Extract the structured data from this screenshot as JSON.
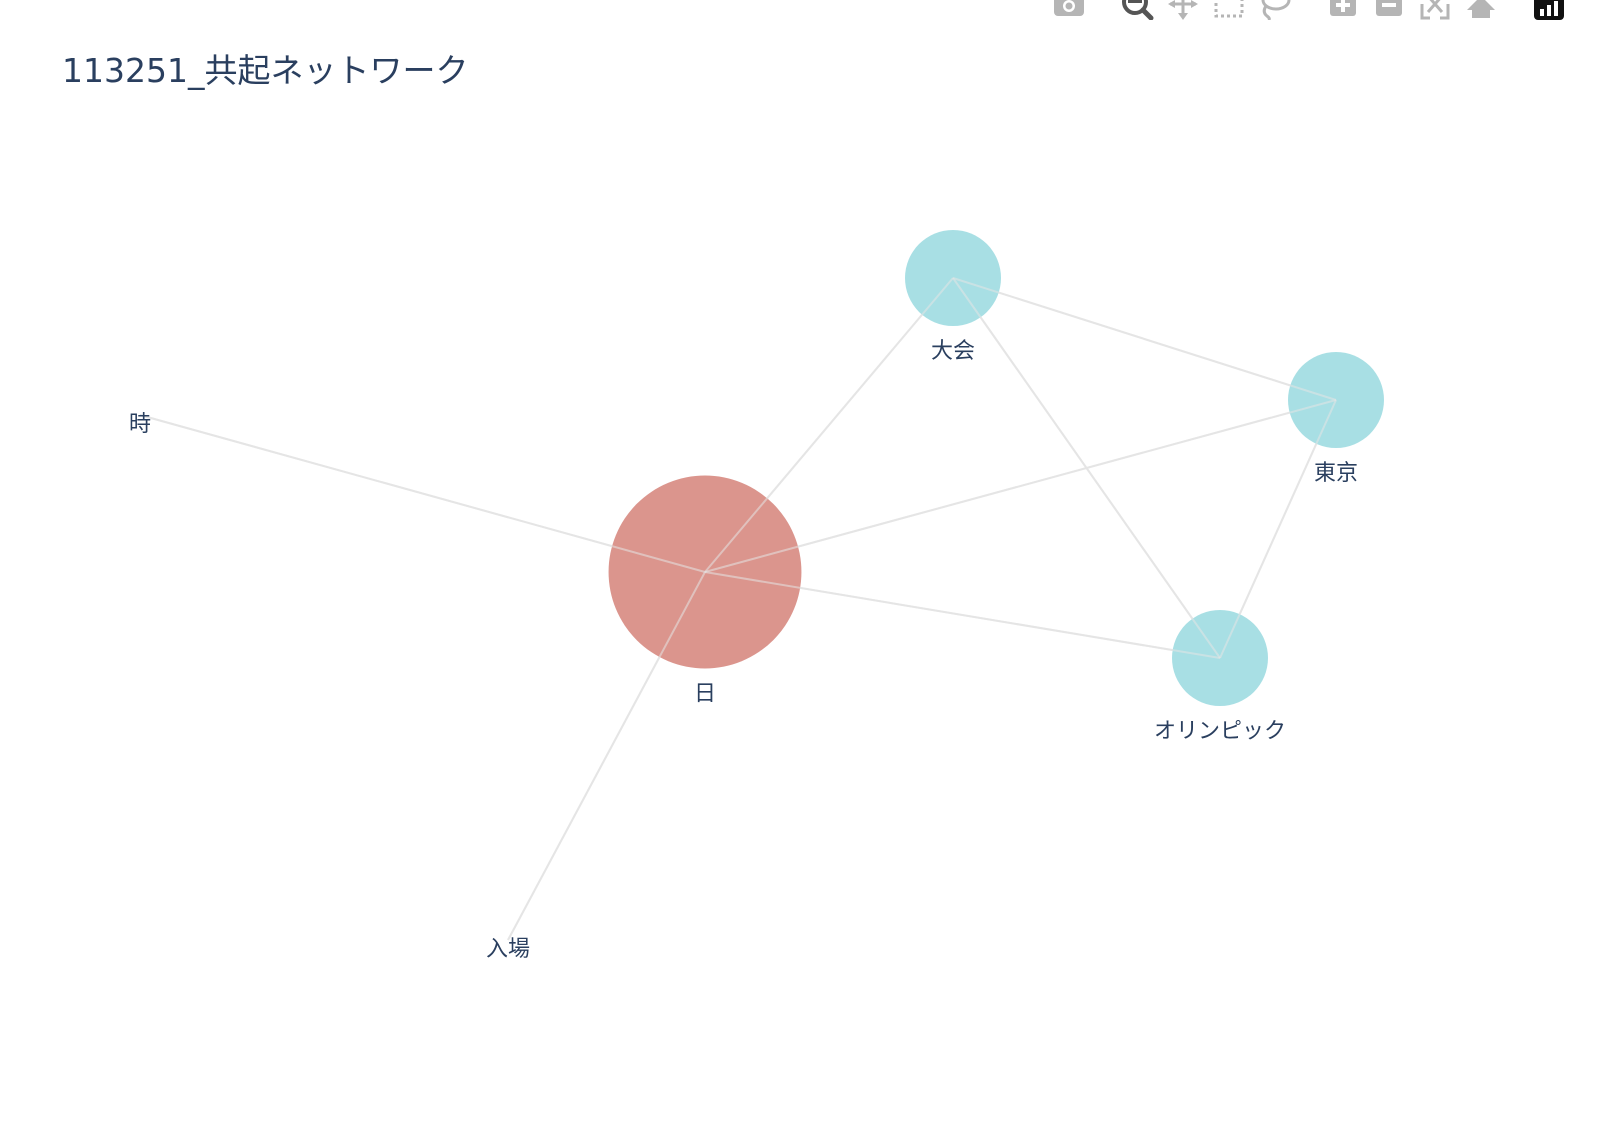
{
  "title": "113251_共起ネットワーク",
  "modebar": {
    "buttons": [
      {
        "name": "camera-icon",
        "group": 0
      },
      {
        "name": "zoom-icon",
        "group": 1
      },
      {
        "name": "pan-icon",
        "group": 1
      },
      {
        "name": "box-select-icon",
        "group": 1
      },
      {
        "name": "lasso-select-icon",
        "group": 1
      },
      {
        "name": "zoom-in-icon",
        "group": 2
      },
      {
        "name": "zoom-out-icon",
        "group": 2
      },
      {
        "name": "autoscale-icon",
        "group": 2
      },
      {
        "name": "reset-axes-icon",
        "group": 2
      },
      {
        "name": "plotly-logo-icon",
        "group": 3
      }
    ],
    "icon_color": "#b5b5b5",
    "logo_color": "#111111"
  },
  "graph": {
    "nodes": [
      {
        "id": "day",
        "label": "日",
        "weight": 3,
        "color": "#d98f87",
        "shown": true
      },
      {
        "id": "taikai",
        "label": "大会",
        "weight": 1,
        "color": "#a3dde3",
        "shown": true
      },
      {
        "id": "tokyo",
        "label": "東京",
        "weight": 1,
        "color": "#a3dde3",
        "shown": true
      },
      {
        "id": "olympic",
        "label": "オリンピック",
        "weight": 1,
        "color": "#a3dde3",
        "shown": true
      },
      {
        "id": "ji",
        "label": "時",
        "weight": 0,
        "color": "#a3dde3",
        "shown": false
      },
      {
        "id": "nyujo",
        "label": "入場",
        "weight": 0,
        "color": "#a3dde3",
        "shown": false
      }
    ],
    "edges": [
      [
        "day",
        "ji"
      ],
      [
        "day",
        "nyujo"
      ],
      [
        "day",
        "taikai"
      ],
      [
        "day",
        "tokyo"
      ],
      [
        "day",
        "olympic"
      ],
      [
        "taikai",
        "tokyo"
      ],
      [
        "taikai",
        "olympic"
      ],
      [
        "tokyo",
        "olympic"
      ]
    ],
    "edge_color": "#e5e5e5",
    "label_color": "#2a3f5f"
  }
}
